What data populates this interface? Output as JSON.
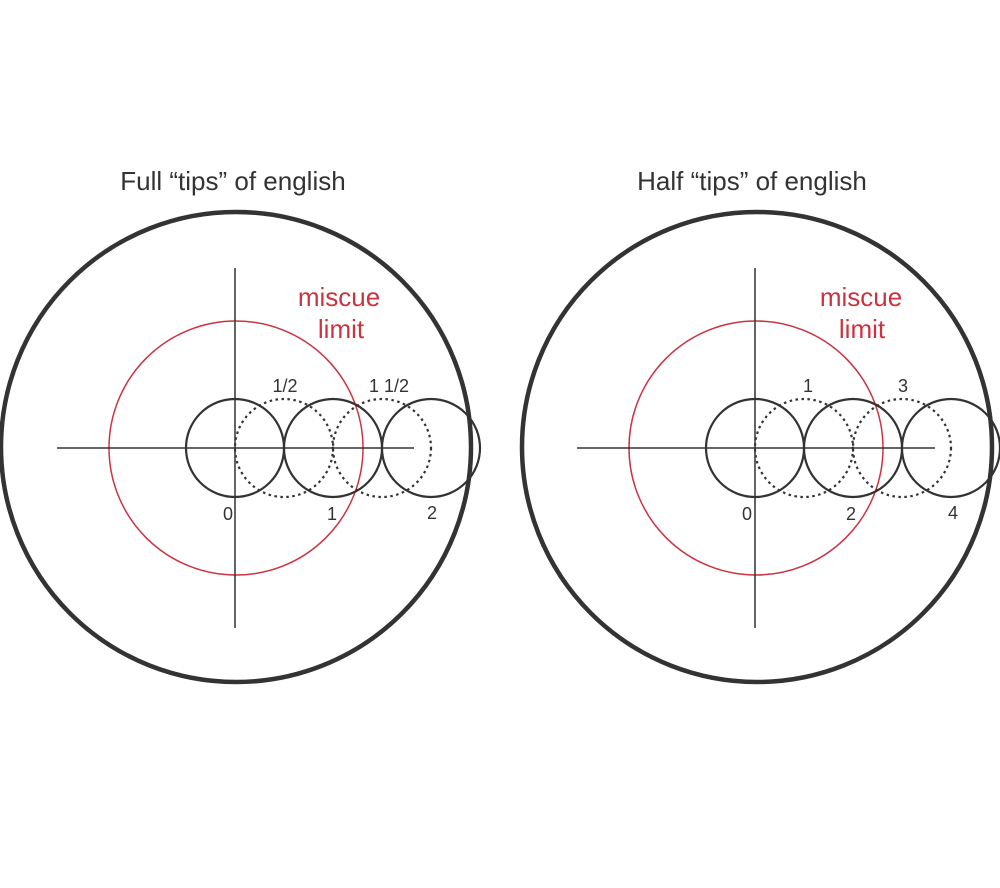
{
  "colors": {
    "ink": "#333333",
    "miscue": "#cc3340",
    "background": "#ffffff"
  },
  "panels": [
    {
      "id": "full-tips",
      "title": "Full “tips” of english",
      "miscue_label_line1": "miscue",
      "miscue_label_line2": "limit",
      "solid_ball_labels": [
        "0",
        "1",
        "2"
      ],
      "dotted_ball_labels": [
        "1/2",
        "1 1/2"
      ]
    },
    {
      "id": "half-tips",
      "title": "Half “tips” of english",
      "miscue_label_line1": "miscue",
      "miscue_label_line2": "limit",
      "solid_ball_labels": [
        "0",
        "2",
        "4"
      ],
      "dotted_ball_labels": [
        "1",
        "3"
      ]
    }
  ]
}
